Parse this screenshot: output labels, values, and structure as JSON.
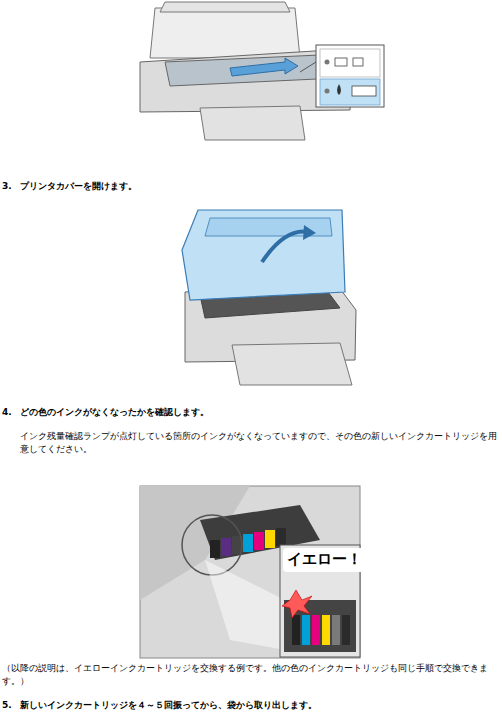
{
  "diagram": {
    "labels": [
      "3.",
      "プリンタカバーを開けます。",
      "4.",
      "どの色のインクがなくなったかを確認します。",
      "インク残量確認ランプが点灯している箇所のインクがなくなっていますので、その色の新しいインクカートリッジを用意してください。",
      "イエロー！",
      "（以降の説明は、イエローインクカートリッジを交換する例です。他の色のインクカートリッジも同じ手順で交換できます。）",
      "5.",
      "新しいインクカートリッジを４～５回振ってから、袋から取り出します。"
    ]
  }
}
